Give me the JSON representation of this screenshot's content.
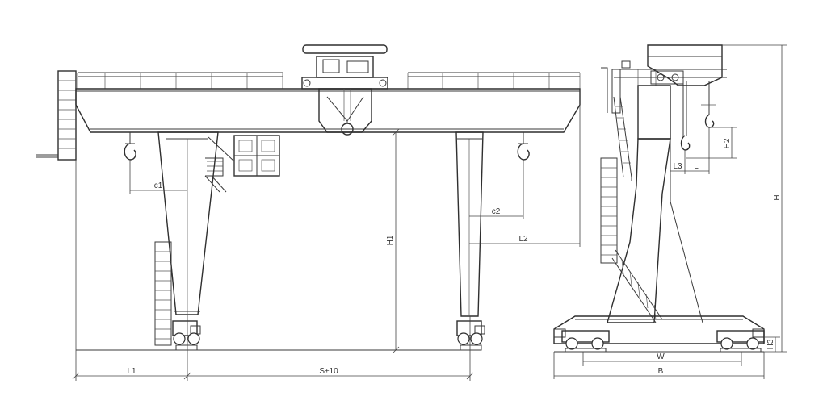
{
  "labels": {
    "c1": "c1",
    "c2": "c2",
    "l1": "L1",
    "l2": "L2",
    "l3": "L3",
    "l": "L",
    "span": "S±10",
    "h1": "H1",
    "h2": "H2",
    "h": "H",
    "h3": "H3",
    "w": "W",
    "b": "B"
  }
}
